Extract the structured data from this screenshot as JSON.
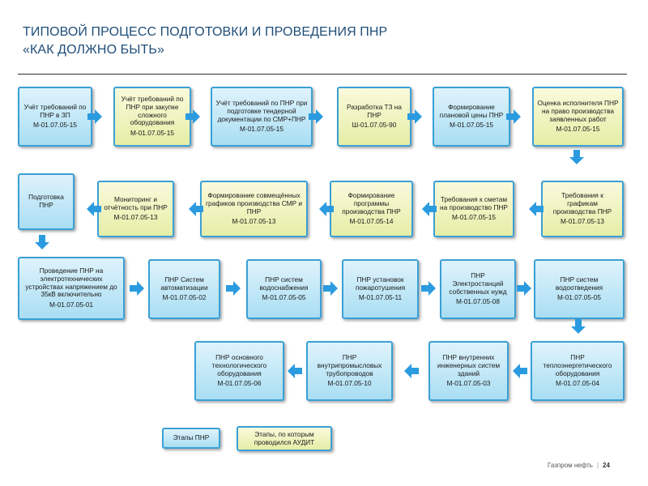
{
  "header": {
    "title_line1": "ТИПОВОЙ ПРОЦЕСС ПОДГОТОВКИ И ПРОВЕДЕНИЯ ПНР",
    "title_line2": "«КАК ДОЛЖНО БЫТЬ»"
  },
  "colors": {
    "stage": "#a9def3",
    "audit": "#e6eda6",
    "border": "#3aa0d6",
    "arrow": "#2b9be0"
  },
  "steps": [
    {
      "label": "Учёт требований по ПНР в ЗП",
      "code": "М-01.07.05-15",
      "kind": "blue"
    },
    {
      "label": "Учёт требований по ПНР при закупке сложного оборудования",
      "code": "М-01.07.05-15",
      "kind": "yellow"
    },
    {
      "label": "Учёт требований по ПНР при подготовке тендерной документации по СМР+ПНР",
      "code": "М-01.07.05-15",
      "kind": "blue"
    },
    {
      "label": "Разработка ТЗ на ПНР",
      "code": "Ш-01.07.05-90",
      "kind": "yellow"
    },
    {
      "label": "Формирование плановой цены ПНР",
      "code": "М-01.07.05-15",
      "kind": "blue"
    },
    {
      "label": "Оценка исполнителя ПНР на право производства заявленных работ",
      "code": "М-01.07.05-15",
      "kind": "yellow"
    },
    {
      "label": "Требования к графикам производства ПНР",
      "code": "М-01.07.05-13",
      "kind": "yellow"
    },
    {
      "label": "Требования к сметам на производство ПНР",
      "code": "М-01.07.05-15",
      "kind": "yellow"
    },
    {
      "label": "Формирование программы производства ПНР",
      "code": "М-01.07.05-14",
      "kind": "yellow"
    },
    {
      "label": "Формирование совмещённых графиков производства СМР и ПНР",
      "code": "М-01.07.05-13",
      "kind": "yellow"
    },
    {
      "label": "Мониторинг и отчётность при ПНР",
      "code": "М-01.07.05-13",
      "kind": "yellow"
    },
    {
      "label": "Подготовка ПНР",
      "code": "",
      "kind": "blue"
    },
    {
      "label": "Проведение ПНР на электротехнических устройствах напряжением до 35кВ включительно",
      "code": "М-01.07.05-01",
      "kind": "blue"
    },
    {
      "label": "ПНР Систем автоматизации",
      "code": "М-01.07.05-02",
      "kind": "blue"
    },
    {
      "label": "ПНР систем водоснабжения",
      "code": "М-01.07.05-05",
      "kind": "blue"
    },
    {
      "label": "ПНР установок пожаротушения",
      "code": "М-01.07.05-11",
      "kind": "blue"
    },
    {
      "label": "ПНР Электростанций собственных нужд",
      "code": "М-01.07.05-08",
      "kind": "blue"
    },
    {
      "label": "ПНР систем водоотведения",
      "code": "М-01.07.05-05",
      "kind": "blue"
    },
    {
      "label": "ПНР теплоэнергетического оборудования",
      "code": "М-01.07.05-04",
      "kind": "blue"
    },
    {
      "label": "ПНР внутренних инженерных систем зданий",
      "code": "М-01.07.05-03",
      "kind": "blue"
    },
    {
      "label": "ПНР внутрипромысловых трубопроводов",
      "code": "М-01.07.05-10",
      "kind": "blue"
    },
    {
      "label": "ПНР основного технологического оборудования",
      "code": "М-01.07.05-06",
      "kind": "blue"
    }
  ],
  "legend": {
    "pnr_stages": "Этапы ПНР",
    "audit_stages": "Этапы, по которым проводился АУДИТ"
  },
  "footer": {
    "company": "Газпром нефть",
    "page": "24"
  }
}
